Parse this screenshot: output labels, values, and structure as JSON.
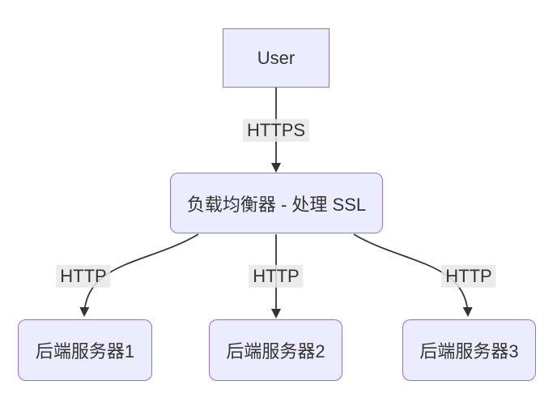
{
  "diagram": {
    "type": "flowchart",
    "direction": "top-down",
    "nodes": [
      {
        "id": "user",
        "label": "User",
        "shape": "rectangle"
      },
      {
        "id": "load_balancer",
        "label": "负载均衡器 - 处理 SSL",
        "shape": "rounded"
      },
      {
        "id": "server1",
        "label": "后端服务器1",
        "shape": "rounded"
      },
      {
        "id": "server2",
        "label": "后端服务器2",
        "shape": "rounded"
      },
      {
        "id": "server3",
        "label": "后端服务器3",
        "shape": "rounded"
      }
    ],
    "edges": [
      {
        "from": "user",
        "to": "load_balancer",
        "label": "HTTPS",
        "style": "arrow"
      },
      {
        "from": "load_balancer",
        "to": "server1",
        "label": "HTTP",
        "style": "arrow"
      },
      {
        "from": "load_balancer",
        "to": "server2",
        "label": "HTTP",
        "style": "arrow"
      },
      {
        "from": "load_balancer",
        "to": "server3",
        "label": "HTTP",
        "style": "arrow"
      }
    ],
    "colors": {
      "background": "#ffffff",
      "node_fill": "#ECECFF",
      "node_border": "#9370DB",
      "edge_line": "#333333",
      "edge_label_bg": "#e8e8e8",
      "text": "#333333"
    }
  }
}
